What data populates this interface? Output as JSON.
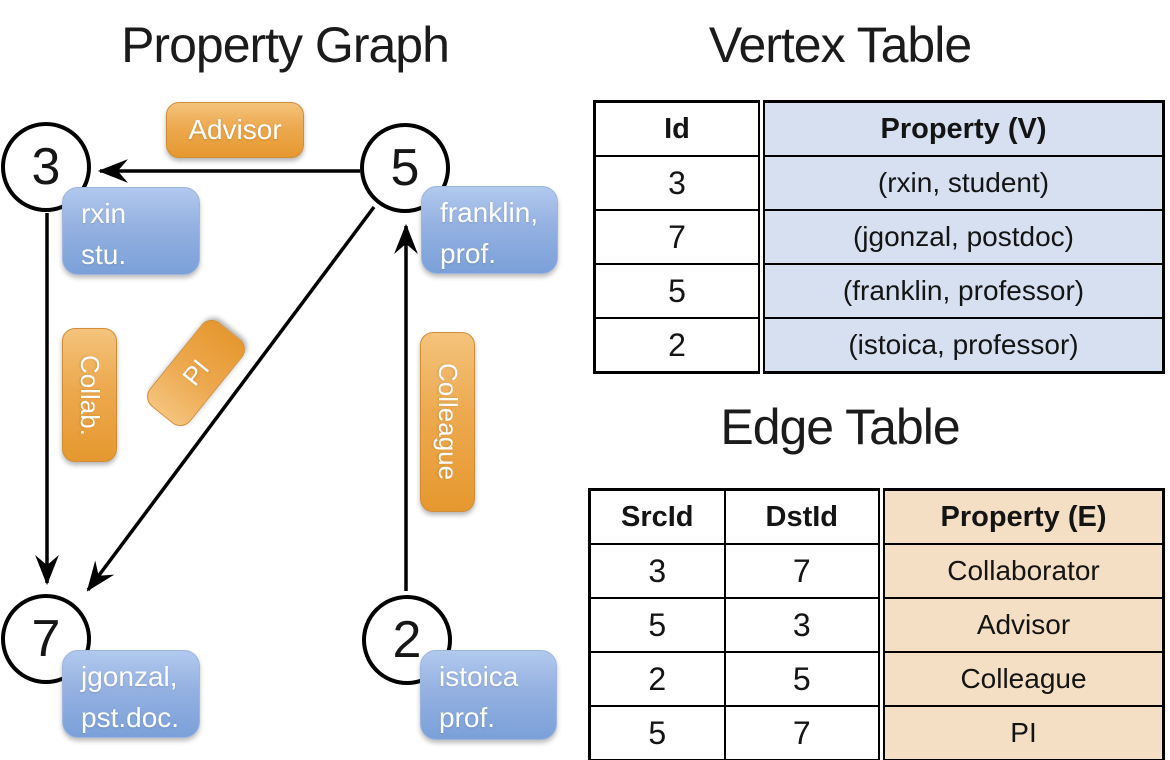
{
  "graph": {
    "title": "Property Graph",
    "vertices": [
      {
        "id": "3",
        "line1": "rxin",
        "line2": "stu."
      },
      {
        "id": "5",
        "line1": "franklin,",
        "line2": "prof."
      },
      {
        "id": "7",
        "line1": "jgonzal,",
        "line2": "pst.doc."
      },
      {
        "id": "2",
        "line1": "istoica",
        "line2": "prof."
      }
    ],
    "edges": [
      {
        "src": "5",
        "dst": "3",
        "label": "Advisor"
      },
      {
        "src": "3",
        "dst": "7",
        "label": "Collab."
      },
      {
        "src": "5",
        "dst": "7",
        "label": "PI"
      },
      {
        "src": "2",
        "dst": "5",
        "label": "Colleague"
      }
    ]
  },
  "vertex_table": {
    "title": "Vertex Table",
    "columns": [
      "Id",
      "Property (V)"
    ],
    "rows": [
      {
        "id": "3",
        "property": "(rxin, student)"
      },
      {
        "id": "7",
        "property": "(jgonzal, postdoc)"
      },
      {
        "id": "5",
        "property": "(franklin, professor)"
      },
      {
        "id": "2",
        "property": "(istoica, professor)"
      }
    ]
  },
  "edge_table": {
    "title": "Edge Table",
    "columns": [
      "SrcId",
      "DstId",
      "Property (E)"
    ],
    "rows": [
      {
        "src": "3",
        "dst": "7",
        "property": "Collaborator"
      },
      {
        "src": "5",
        "dst": "3",
        "property": "Advisor"
      },
      {
        "src": "2",
        "dst": "5",
        "property": "Colleague"
      },
      {
        "src": "5",
        "dst": "7",
        "property": "PI"
      }
    ]
  },
  "colors": {
    "edge_label_orange": "#eda94f",
    "vertex_box_blue": "#94b1e1",
    "vertex_table_cell_blue": "#d6e0f1",
    "edge_table_cell_tan": "#f5dfc4",
    "line_and_border": "#000000",
    "background": "#ffffff"
  }
}
